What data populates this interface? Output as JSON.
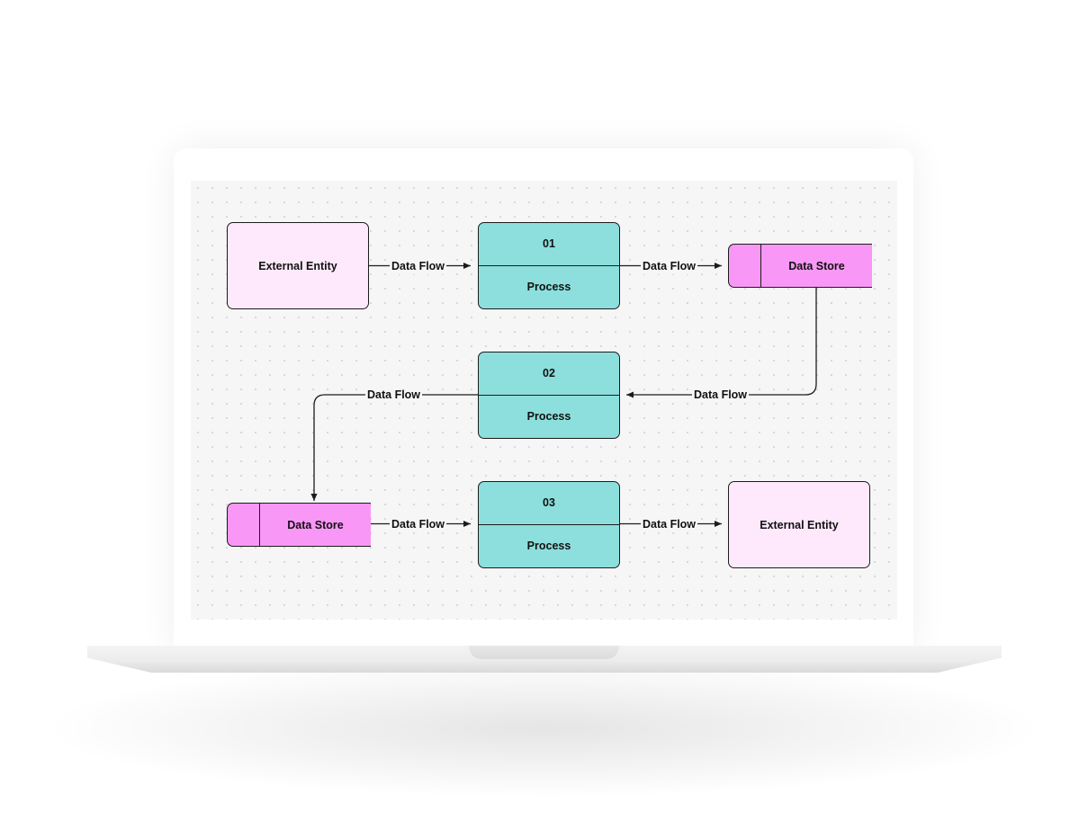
{
  "diagram": {
    "external_entity_1": "External Entity",
    "external_entity_2": "External Entity",
    "process_1": {
      "id": "01",
      "label": "Process"
    },
    "process_2": {
      "id": "02",
      "label": "Process"
    },
    "process_3": {
      "id": "03",
      "label": "Process"
    },
    "data_store_1": "Data Store",
    "data_store_2": "Data Store",
    "flows": [
      "Data Flow",
      "Data Flow",
      "Data Flow",
      "Data Flow",
      "Data Flow",
      "Data Flow"
    ]
  },
  "colors": {
    "process": "#8cdfdc",
    "data_store": "#f997f6",
    "external_entity": "#fde9fb",
    "stroke": "#1c1c1c"
  }
}
